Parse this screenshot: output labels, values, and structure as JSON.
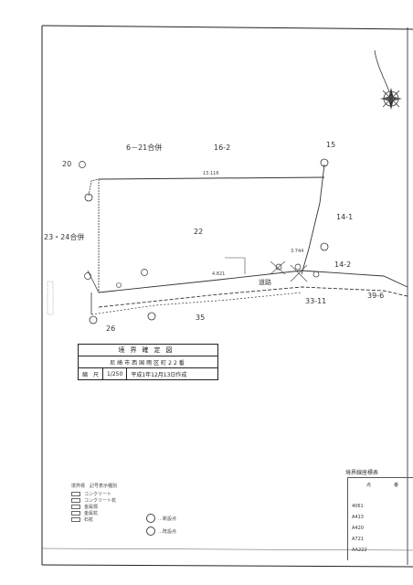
{
  "parcels": {
    "p6_21": "6－21合併",
    "p16_2": "16-2",
    "p15": "15",
    "p20": "20",
    "p14_1": "14-1",
    "p23_24": "23・24合併",
    "p22": "22",
    "p14_2": "14-2",
    "p26": "26",
    "p33_11": "33-11",
    "p35": "35",
    "p39_6": "39-6"
  },
  "dimensions": {
    "d_top": "13.116",
    "d_right": "3.744",
    "d_mid1": "4.821",
    "d_road": "道路"
  },
  "title_box": {
    "row1": "境界確定図",
    "row2": "尼崎市西国雨区町22番",
    "scale_label": "縮　尺",
    "scale_value": "1/250",
    "date": "平成1年12月13日作成"
  },
  "legend": {
    "header": "境界標　記号表示種別",
    "items": [
      "コンクリート",
      "コンクリート杭",
      "金属標",
      "金属杭",
      "石杭"
    ]
  },
  "marker_legend": {
    "new": "…新設点",
    "existing": "…既設点"
  },
  "table": {
    "title": "境界線座標表",
    "col1": "点",
    "col2": "番",
    "rows": [
      "4061",
      "A413",
      "A420",
      "A721",
      "AA222"
    ]
  },
  "colors": {
    "line": "#333333",
    "paper": "#ffffff"
  }
}
